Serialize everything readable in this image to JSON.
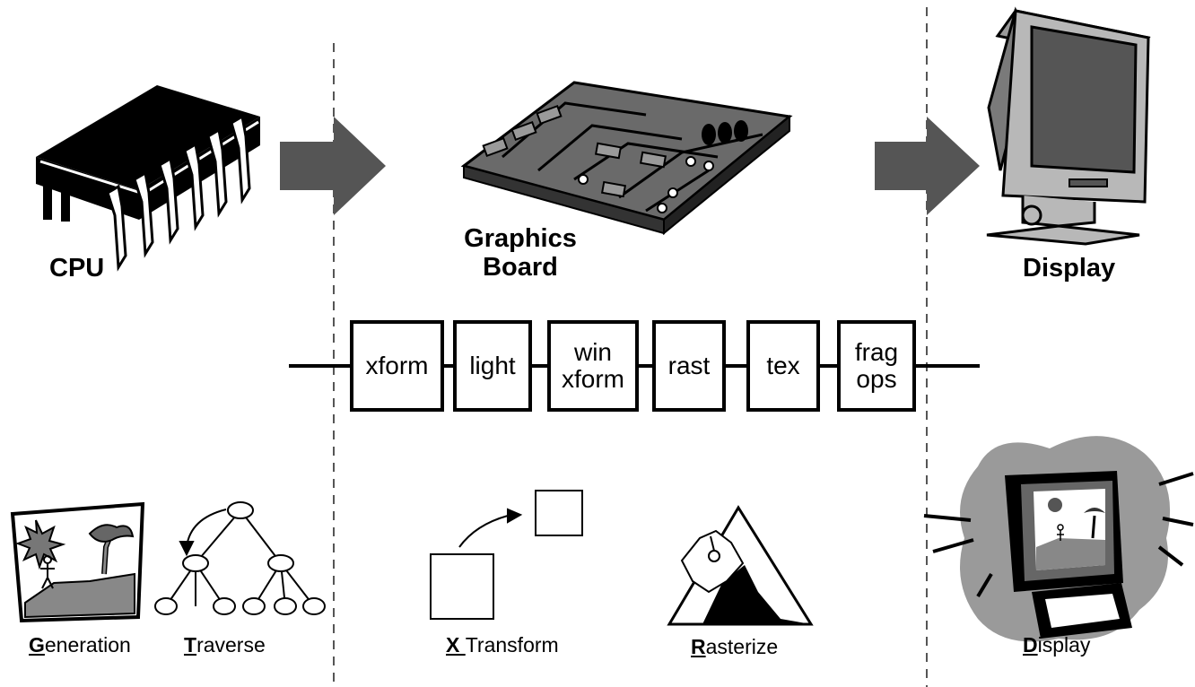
{
  "labels": {
    "cpu": "CPU",
    "graphics_board_line1": "Graphics",
    "graphics_board_line2": "Board",
    "display": "Display"
  },
  "pipeline": [
    {
      "label": "xform"
    },
    {
      "label": "light"
    },
    {
      "label": "win\nxform"
    },
    {
      "label": "rast"
    },
    {
      "label": "tex"
    },
    {
      "label": "frag\nops"
    }
  ],
  "captions": {
    "generation": {
      "initial": "G",
      "rest": "eneration"
    },
    "traverse": {
      "initial": "T",
      "rest": "raverse"
    },
    "xtransform": {
      "initial": "X ",
      "rest": "Transform"
    },
    "rasterize": {
      "initial": "R",
      "rest": "asterize"
    },
    "display": {
      "initial": "D",
      "rest": "isplay"
    }
  },
  "colors": {
    "arrow": "#555555",
    "board": "#6a6a6a",
    "board_light": "#9a9a9a",
    "monitor": "#b8b8b8",
    "cloud": "#9a9a9a",
    "ink": "#000000"
  }
}
